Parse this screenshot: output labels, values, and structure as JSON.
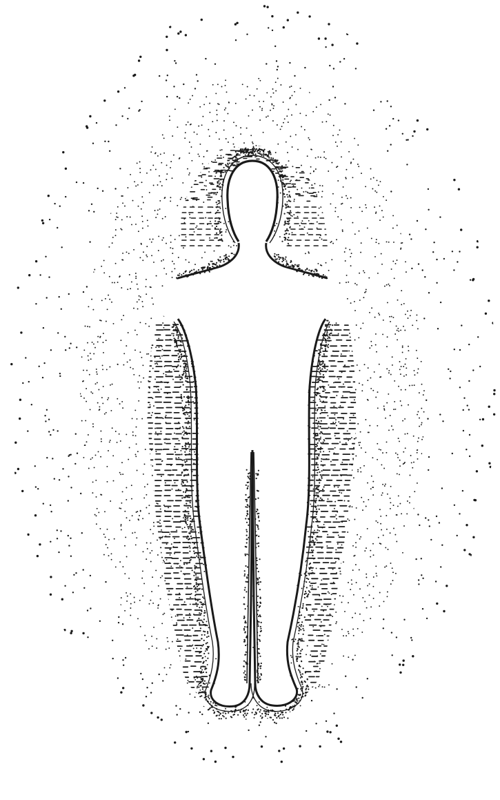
{
  "colors": {
    "ink": "#1a1a1a",
    "background": "#ffffff"
  },
  "figure": {
    "subject": "human-figure-silhouette",
    "layers": [
      {
        "id": "outer-field",
        "pattern": "sparse-dots"
      },
      {
        "id": "middle-field",
        "pattern": "fine-dots"
      },
      {
        "id": "inner-field",
        "pattern": "short-horizontal-dashes"
      },
      {
        "id": "body-contour",
        "pattern": "double-outline-with-dense-dots"
      }
    ]
  }
}
